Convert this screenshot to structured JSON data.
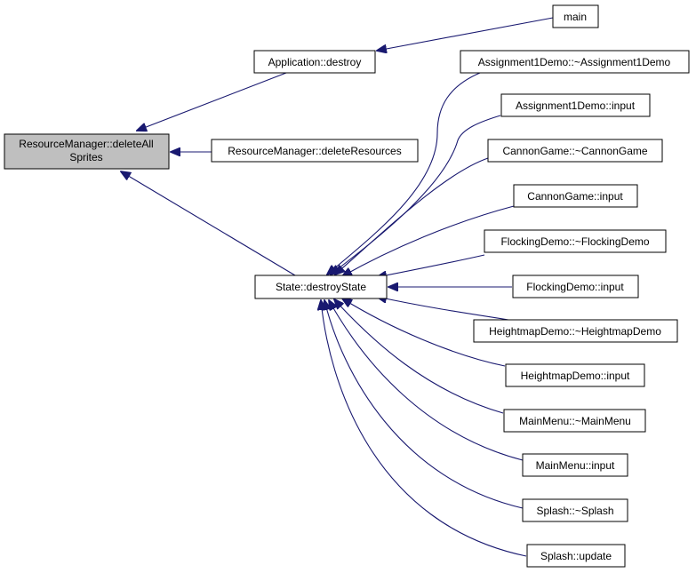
{
  "diagram": {
    "colors": {
      "edge": "#191970",
      "root_fill": "#bfbfbf",
      "node_fill": "#ffffff",
      "border": "#000000"
    },
    "nodes": {
      "root": {
        "lines": [
          "ResourceManager::deleteAll",
          "Sprites"
        ]
      },
      "app_destroy": {
        "label": "Application::destroy"
      },
      "main": {
        "label": "main"
      },
      "delete_resources": {
        "label": "ResourceManager::deleteResources"
      },
      "destroy_state": {
        "label": "State::destroyState"
      },
      "callers": [
        {
          "label": "Assignment1Demo::~Assignment1Demo"
        },
        {
          "label": "Assignment1Demo::input"
        },
        {
          "label": "CannonGame::~CannonGame"
        },
        {
          "label": "CannonGame::input"
        },
        {
          "label": "FlockingDemo::~FlockingDemo"
        },
        {
          "label": "FlockingDemo::input"
        },
        {
          "label": "HeightmapDemo::~HeightmapDemo"
        },
        {
          "label": "HeightmapDemo::input"
        },
        {
          "label": "MainMenu::~MainMenu"
        },
        {
          "label": "MainMenu::input"
        },
        {
          "label": "Splash::~Splash"
        },
        {
          "label": "Splash::update"
        }
      ]
    }
  }
}
